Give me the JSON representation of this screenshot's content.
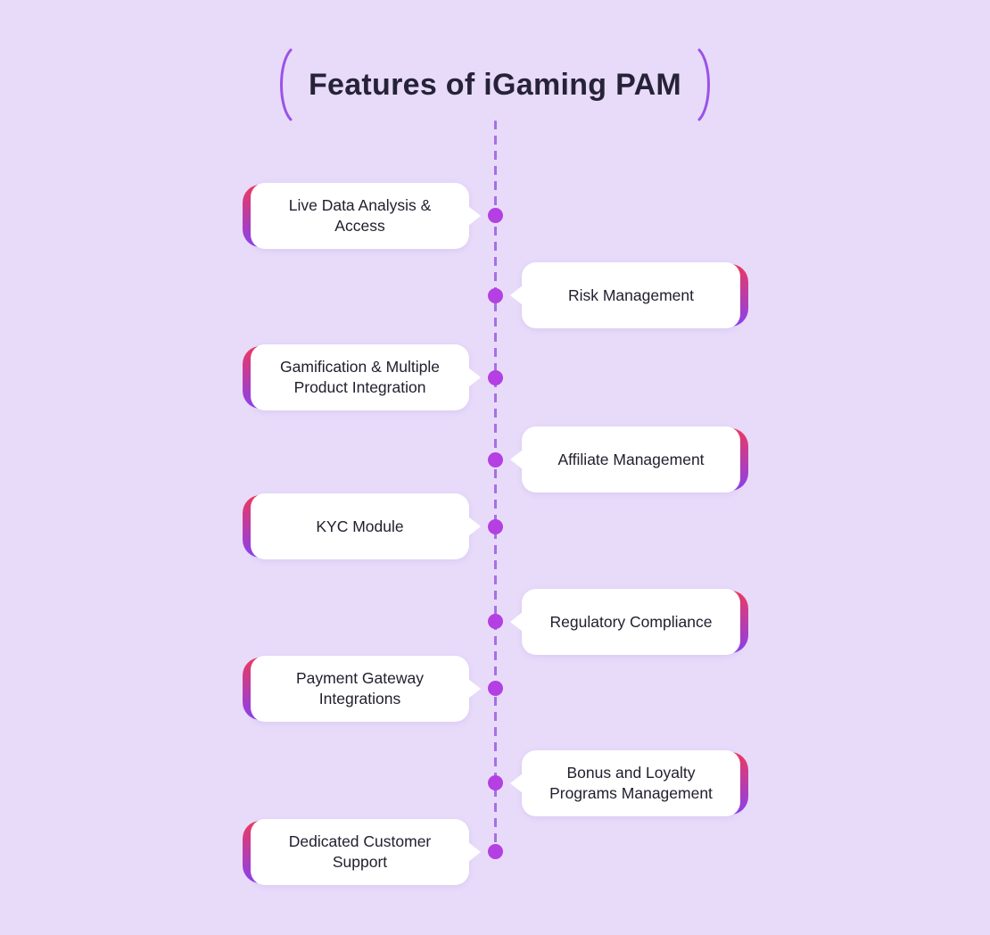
{
  "title": "Features of iGaming PAM",
  "colors": {
    "background": "#e8dbfa",
    "card_background": "#ffffff",
    "accent_gradient_top": "#ee3a60",
    "accent_gradient_bottom": "#8b41ee",
    "timeline_dash": "#a571e3",
    "timeline_dot": "#b43fe2",
    "title_text": "#262339",
    "card_text": "#21212f",
    "bracket": "#9a53e8"
  },
  "timeline": {
    "items": [
      {
        "label": "Live Data Analysis & Access",
        "side": "left"
      },
      {
        "label": "Risk Management",
        "side": "right"
      },
      {
        "label": "Gamification & Multiple Product Integration",
        "side": "left"
      },
      {
        "label": "Affiliate Management",
        "side": "right"
      },
      {
        "label": "KYC Module",
        "side": "left"
      },
      {
        "label": "Regulatory Compliance",
        "side": "right"
      },
      {
        "label": "Payment Gateway Integrations",
        "side": "left"
      },
      {
        "label": "Bonus and Loyalty Programs Management",
        "side": "right"
      },
      {
        "label": "Dedicated Customer Support",
        "side": "left"
      }
    ]
  }
}
